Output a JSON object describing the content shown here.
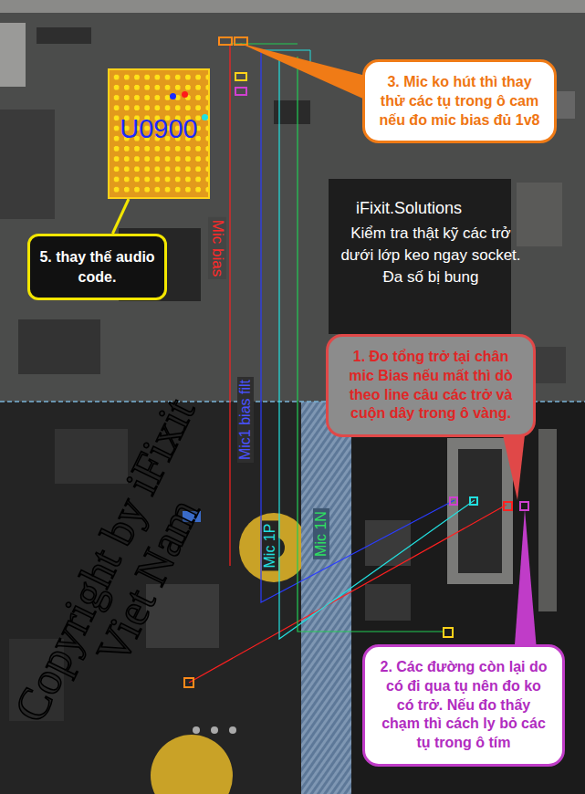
{
  "diagram": {
    "nodes": [
      {
        "text": [
          "U0900"
        ]
      },
      {
        "text": [
          "3. Mic ko hút thì thay thử các tụ trong ô cam nếu đo mic bias đủ 1v8"
        ]
      },
      {
        "text": [
          "5. thay thế audio code."
        ]
      },
      {
        "text": [
          "1. Đo tổng trở tại chân mic Bias nếu mất thì dò theo line câu các trở và cuộn dây trong ô vàng."
        ]
      },
      {
        "text": [
          "2. Các đường còn lại do có đi qua tụ nên đo ko có trở. Nếu đo thấy chạm thì cách ly bỏ các tụ trong ô tím"
        ]
      }
    ],
    "edges": [
      {
        "from": 2,
        "to": 0,
        "arrow": "none"
      }
    ],
    "labels": [
      "iFixit.Solutions",
      "Kiểm tra thật kỹ các trở dưới lớp keo ngay socket. Đa số bị bung",
      "Mic bias",
      "Mic1 bias filt",
      "Mic 1P",
      "Mic 1N",
      "Copyright by iFixit Viet Nam"
    ]
  }
}
